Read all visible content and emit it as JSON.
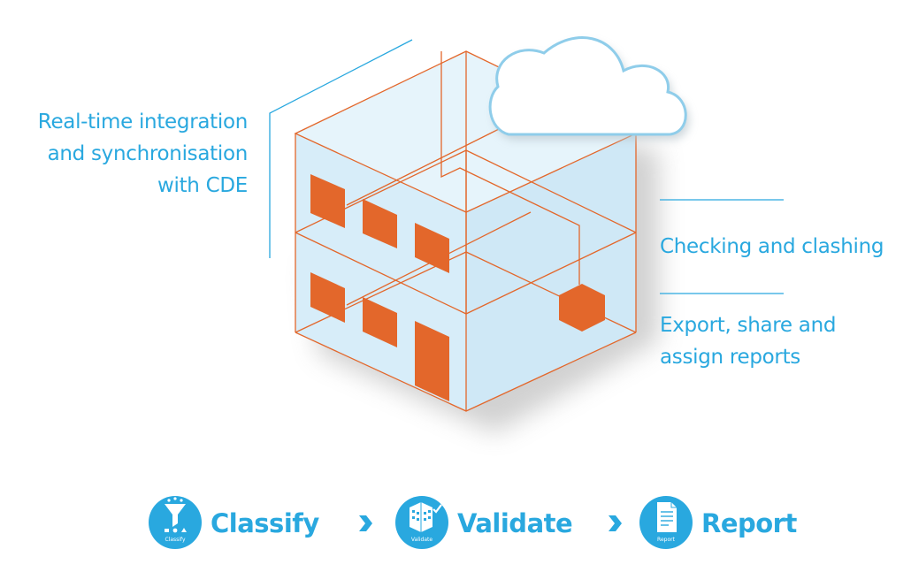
{
  "features": {
    "cde": [
      "Real-time integration",
      "and synchronisation",
      "with CDE"
    ],
    "checking": [
      "Checking and clashing"
    ],
    "export": [
      "Export, share and",
      "assign reports"
    ]
  },
  "steps": [
    {
      "label": "Classify",
      "icon_caption": "Classify",
      "icon": "funnel-icon"
    },
    {
      "label": "Validate",
      "icon_caption": "Validate",
      "icon": "building-check-icon"
    },
    {
      "label": "Report",
      "icon_caption": "Report",
      "icon": "document-icon"
    }
  ],
  "separators": [
    "chevron-right-icon",
    "chevron-right-icon"
  ],
  "colors": {
    "accent_blue": "#29a8df",
    "outline_orange": "#e3672b",
    "glass_blue": "#d7edf9",
    "cloud_stroke": "#8fcdea"
  }
}
